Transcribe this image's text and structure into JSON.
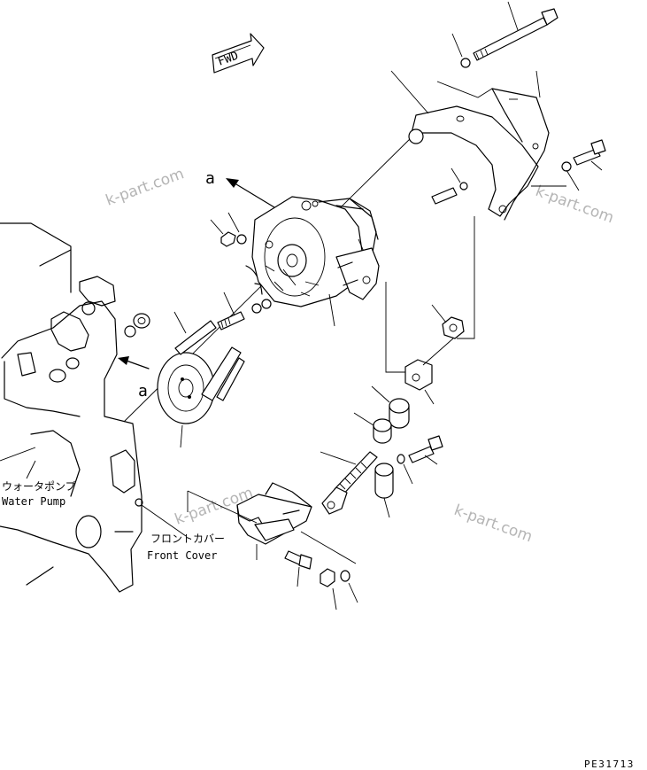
{
  "fwd_label": "FWD",
  "ref_labels": {
    "a_upper": "a",
    "a_lower": "a"
  },
  "water_pump": {
    "jp": "ウォータポンプ",
    "en": "Water Pump"
  },
  "front_cover": {
    "jp": "フロントカバー",
    "en": "Front Cover"
  },
  "watermark": "k-part.com",
  "drawing_number": "PE31713"
}
